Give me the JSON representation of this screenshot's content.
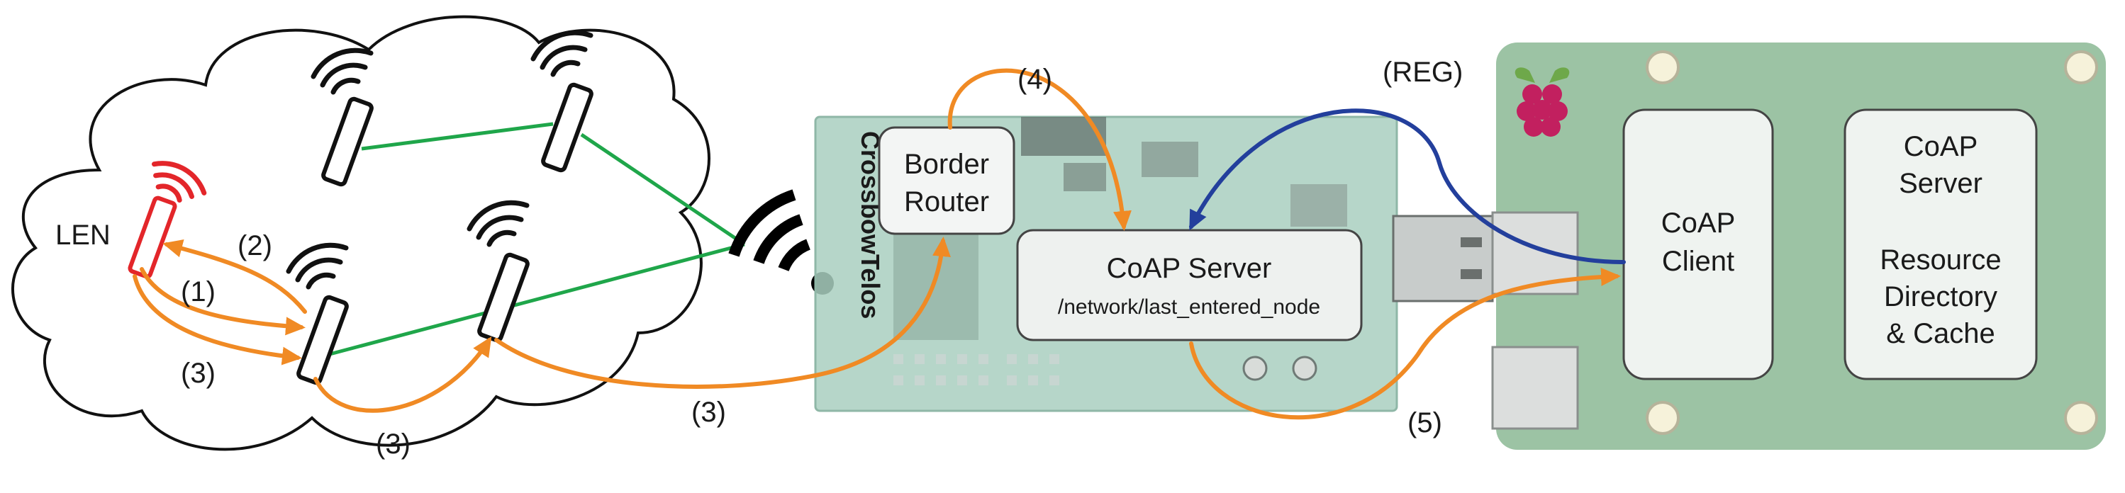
{
  "labels": {
    "len": "LEN",
    "step1": "(1)",
    "step2": "(2)",
    "step3a": "(3)",
    "step3b": "(3)",
    "step3c": "(3)",
    "step4": "(4)",
    "step5": "(5)",
    "reg": "(REG)"
  },
  "board_silkscreen": "CrossbowTelos",
  "border_router": {
    "line1": "Border",
    "line2": "Router"
  },
  "coap_server_device": {
    "title": "CoAP Server",
    "resource": "/network/last_entered_node"
  },
  "raspberry_pi": {
    "client": {
      "line1": "CoAP",
      "line2": "Client"
    },
    "server": {
      "line1": "CoAP",
      "line2": "Server",
      "line3": "Resource",
      "line4": "Directory",
      "line5": "& Cache"
    }
  },
  "colors": {
    "orange": "#f08a24",
    "green": "#1fa64a",
    "blue": "#233f9c",
    "red": "#e3262a",
    "pi_board": "#9cc3a4",
    "telos_board": "#a9cfc0"
  },
  "icons": [
    "wifi-icon",
    "raspberry-pi-logo",
    "usb-connector-icon"
  ]
}
